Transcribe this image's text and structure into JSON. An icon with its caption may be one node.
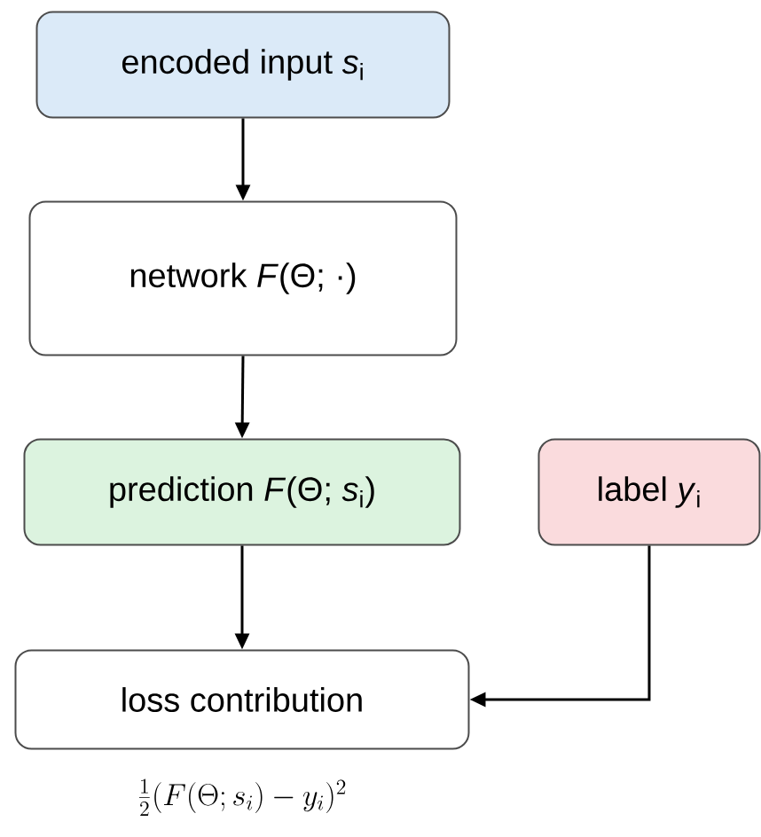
{
  "diagram": {
    "nodes": [
      {
        "text": [
          "encoded input *s*$_{i}$"
        ]
      },
      {
        "text": [
          "network *F*(Θ; ·)"
        ]
      },
      {
        "text": [
          "prediction *F*(Θ; *s*$_{i}$)"
        ]
      },
      {
        "text": [
          "label *y*$_{i}$"
        ]
      },
      {
        "text": [
          "loss contribution"
        ],
        "beside": [
          "\\frac{1}{2}(F(\\Theta;s_i)-y_i)^2"
        ]
      }
    ],
    "edges": [
      {
        "from": 0,
        "to": 1,
        "arrow": "to"
      },
      {
        "from": 1,
        "to": 2,
        "arrow": "to"
      },
      {
        "from": 2,
        "to": 4,
        "arrow": "to"
      },
      {
        "from": 3,
        "to": 4,
        "arrow": "to"
      }
    ]
  }
}
